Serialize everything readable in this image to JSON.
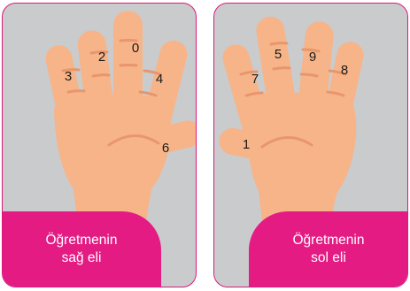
{
  "colors": {
    "card_background": "#cacbcd",
    "card_border": "#d81b7b",
    "caption_background": "#e31b83",
    "caption_text": "#ffffff",
    "skin": "#f7b488",
    "skin_crease": "#e8966c"
  },
  "left_card": {
    "hand": "right-hand-back",
    "finger_numbers": {
      "pinky": "3",
      "ring": "2",
      "middle": "0",
      "index": "4",
      "thumb": "6"
    },
    "caption_line1": "Öğretmenin",
    "caption_line2": "sağ eli"
  },
  "right_card": {
    "hand": "left-hand-back",
    "finger_numbers": {
      "thumb": "1",
      "index": "7",
      "middle": "5",
      "ring": "9",
      "pinky": "8"
    },
    "caption_line1": "Öğretmenin",
    "caption_line2": "sol eli"
  }
}
